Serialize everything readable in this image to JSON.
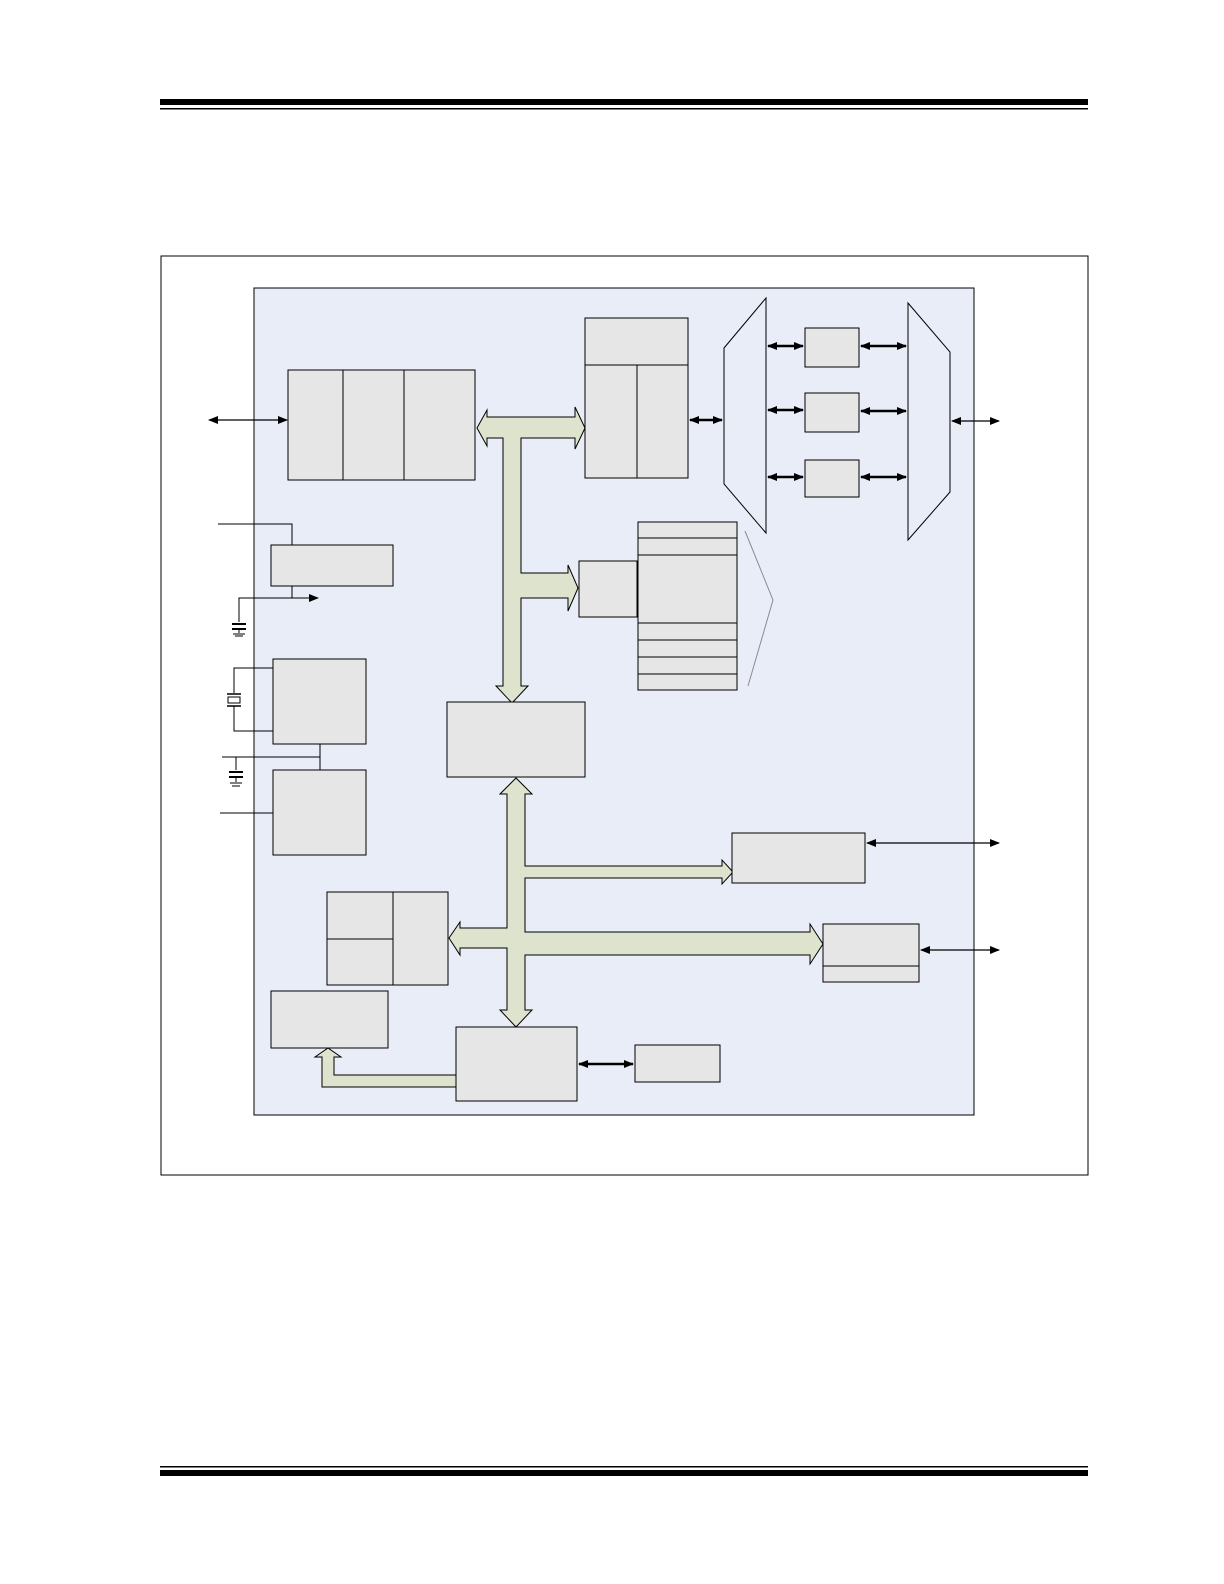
{
  "colors": {
    "page_background": "#ffffff",
    "rule": "#000000",
    "chip_background": "#e8edf7",
    "block_fill": "#e6e6e6",
    "bus_fill": "#dde3cc",
    "stroke": "#000000",
    "callout_line": "#8c8c8c"
  },
  "icons": [
    "capacitor-symbol",
    "crystal-symbol",
    "double-headed-arrow"
  ]
}
